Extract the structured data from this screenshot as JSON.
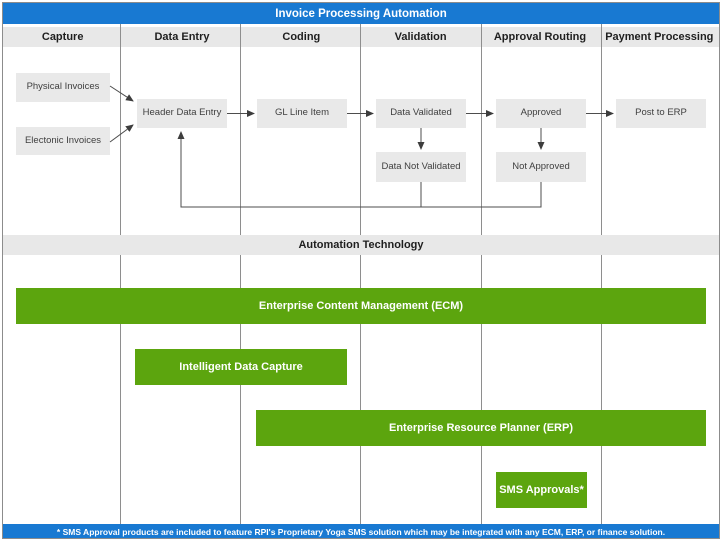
{
  "title": "Invoice Processing Automation",
  "phases": [
    "Capture",
    "Data Entry",
    "Coding",
    "Validation",
    "Approval Routing",
    "Payment Processing"
  ],
  "nodes": {
    "physical": "Physical Invoices",
    "electronic": "Electonic Invoices",
    "header_entry": "Header Data Entry",
    "gl_line": "GL Line Item",
    "validated": "Data Validated",
    "not_validated": "Data Not Validated",
    "approved": "Approved",
    "not_approved": "Not Approved",
    "post_erp": "Post to ERP"
  },
  "automation": {
    "title": "Automation Technology",
    "bars": {
      "ecm": "Enterprise Content Management (ECM)",
      "idc": "Intelligent Data Capture",
      "erp": "Enterprise Resource Planner (ERP)",
      "sms": "SMS Approvals*"
    }
  },
  "footer_note": "* SMS Approval products are included to feature RPI's Proprietary Yoga SMS solution which may be integrated with any ECM, ERP, or finance solution.",
  "colors": {
    "blue": "#1879d2",
    "green": "#5ca50e",
    "band_gray": "#e8e8e8",
    "node_gray": "#e9e9e9"
  }
}
